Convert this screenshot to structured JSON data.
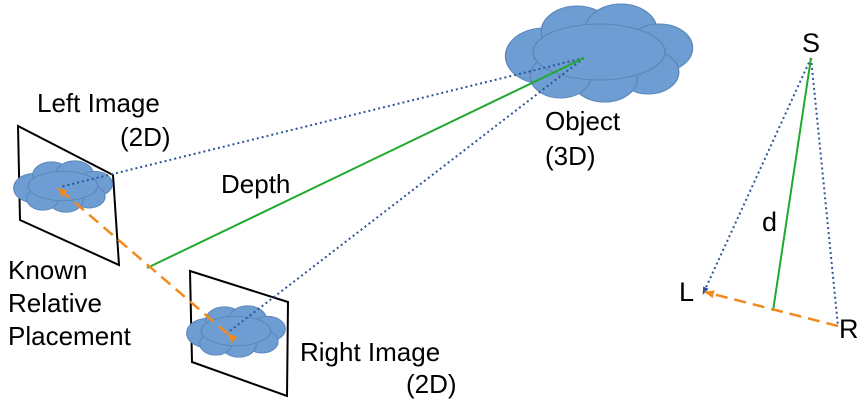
{
  "stereo_diagram": {
    "labels": {
      "left_image_line1": "Left Image",
      "left_image_line2": "(2D)",
      "right_image_line1": "Right Image",
      "right_image_line2": "(2D)",
      "object_line1": "Object",
      "object_line2": "(3D)",
      "depth": "Depth",
      "known_line1": "Known",
      "known_line2": "Relative",
      "known_line3": "Placement"
    },
    "colors": {
      "cloud_fill": "#6d9dd3",
      "cloud_stroke": "#5b86b8",
      "depth_line": "#1faa2e",
      "ray_line": "#2f5597",
      "baseline": "#f08a1c",
      "frame": "#000000"
    }
  },
  "triangle_diagram": {
    "labels": {
      "source": "S",
      "left": "L",
      "right": "R",
      "distance": "d"
    }
  }
}
